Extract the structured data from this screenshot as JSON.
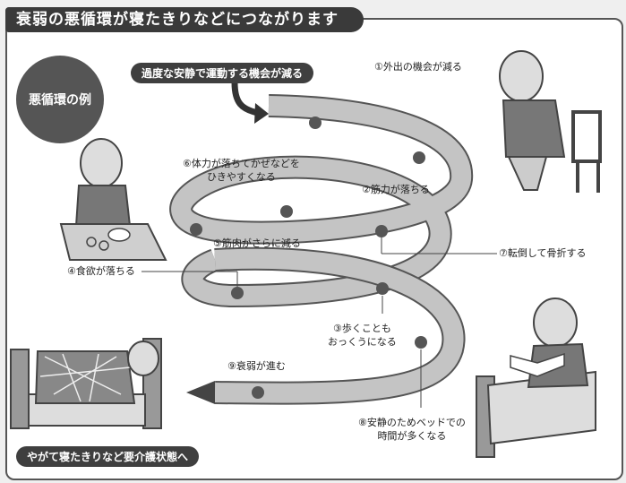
{
  "title": "衰弱の悪循環が寝たきりなどにつながります",
  "badge": "悪循環の例",
  "top_pill": "過度な安静で運動する機会が減る",
  "bottom_pill": "やがて寝たきりなど要介護状態へ",
  "steps": {
    "s1": "①外出の機会が減る",
    "s2": "②筋力が落ちる",
    "s3_line1": "③歩くことも",
    "s3_line2": "おっくうになる",
    "s4": "④食欲が落ちる",
    "s5": "⑤筋肉がさらに減る",
    "s6_line1": "⑥体力が落ちてかぜなどを",
    "s6_line2": "ひきやすくなる",
    "s7": "⑦転倒して骨折する",
    "s8_line1": "⑧安静のためベッドでの",
    "s8_line2": "時間が多くなる",
    "s9": "⑨衰弱が進む"
  },
  "colors": {
    "dark": "#3a3a3a",
    "ribbon": "#bdbdbd",
    "ribbon_edge": "#555555",
    "panel": "#ffffff"
  }
}
